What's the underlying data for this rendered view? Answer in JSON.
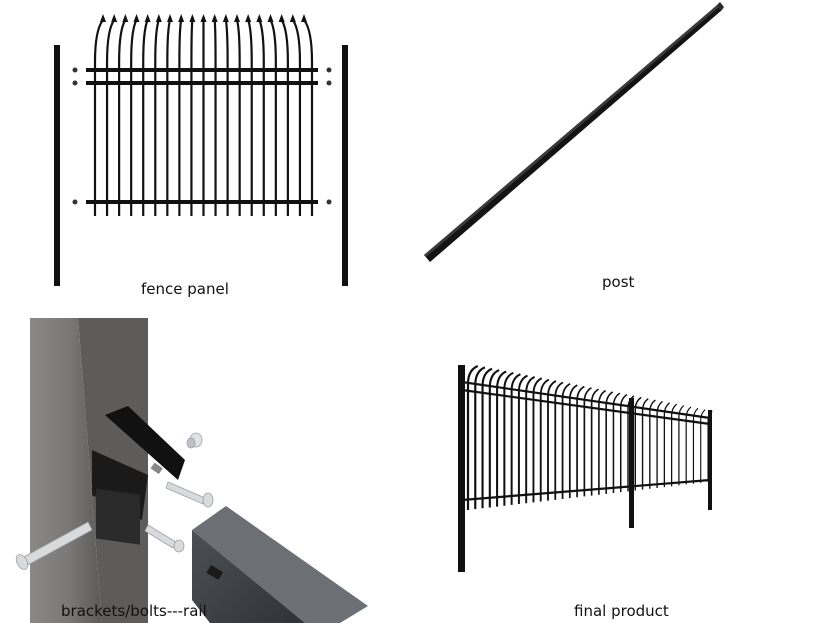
{
  "captions": {
    "fence_panel": "fence panel",
    "post": "post",
    "hardware": "brackets/bolts---rail",
    "final_product": "final product"
  },
  "colors": {
    "metal": "#111111",
    "post_gray": "#7c7a77",
    "post_gray_dark": "#5d5b59",
    "rail_gray": "#4a4e52",
    "bolt_silver": "#d8dadc",
    "background": "#ffffff"
  }
}
